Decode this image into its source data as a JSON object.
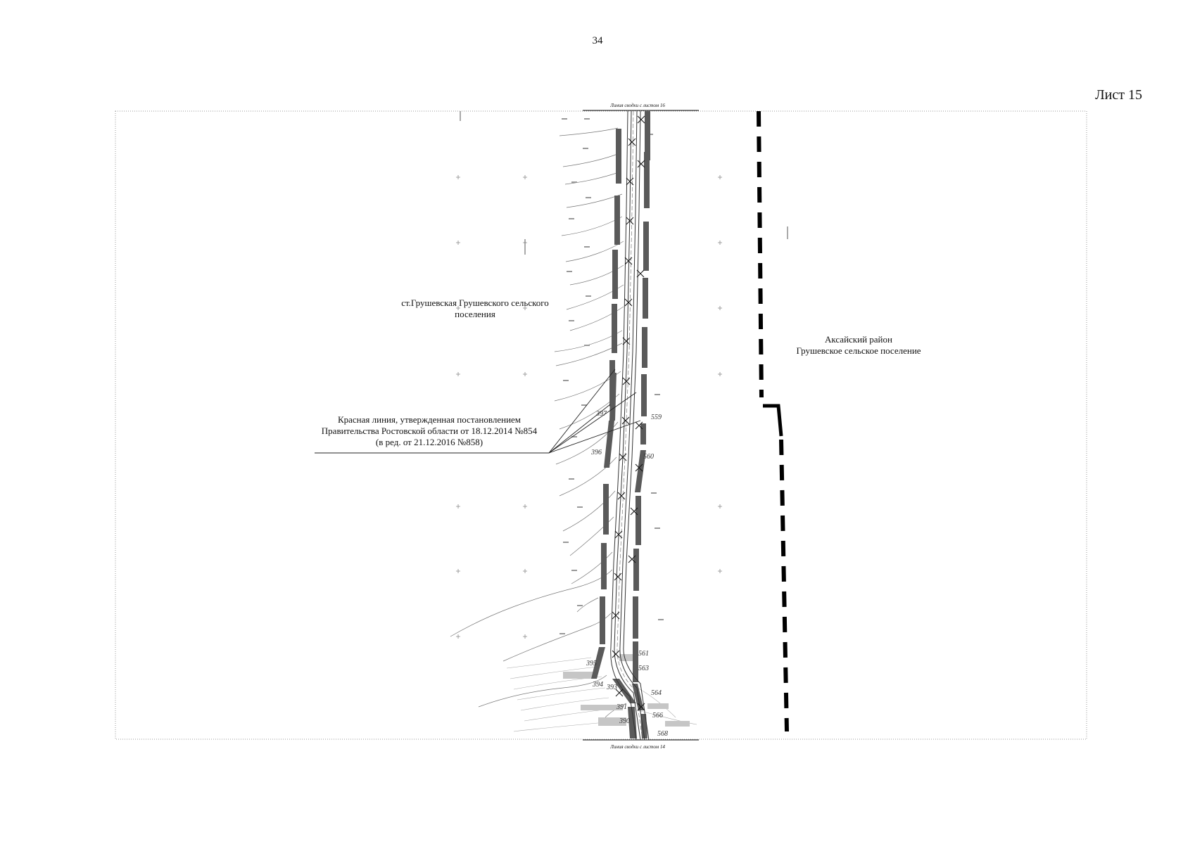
{
  "page": {
    "number": "34",
    "sheet": "Лист 15"
  },
  "map": {
    "joint_top": "Линия сводки с листом 16",
    "joint_bottom": "Линия сводки с листом 14",
    "labels": {
      "settlement": "ст.Грушевская Грушевского сельского поселения",
      "district_line1": "Аксайский район",
      "district_line2": "Грушевское сельское поселение",
      "redline_line1": "Красная линия, утвержденная постановлением",
      "redline_line2": "Правительства Ростовской области от 18.12.2014 №854",
      "redline_line3": "(в ред. от 21.12.2016 №858)"
    },
    "point_numbers": [
      "397",
      "559",
      "396",
      "560",
      "561",
      "395",
      "563",
      "394",
      "393",
      "564",
      "391",
      "566",
      "390",
      "568"
    ],
    "colors": {
      "hatch": "#5a5a5a",
      "boundary": "#000000",
      "frame": "#9a9a9a"
    }
  }
}
